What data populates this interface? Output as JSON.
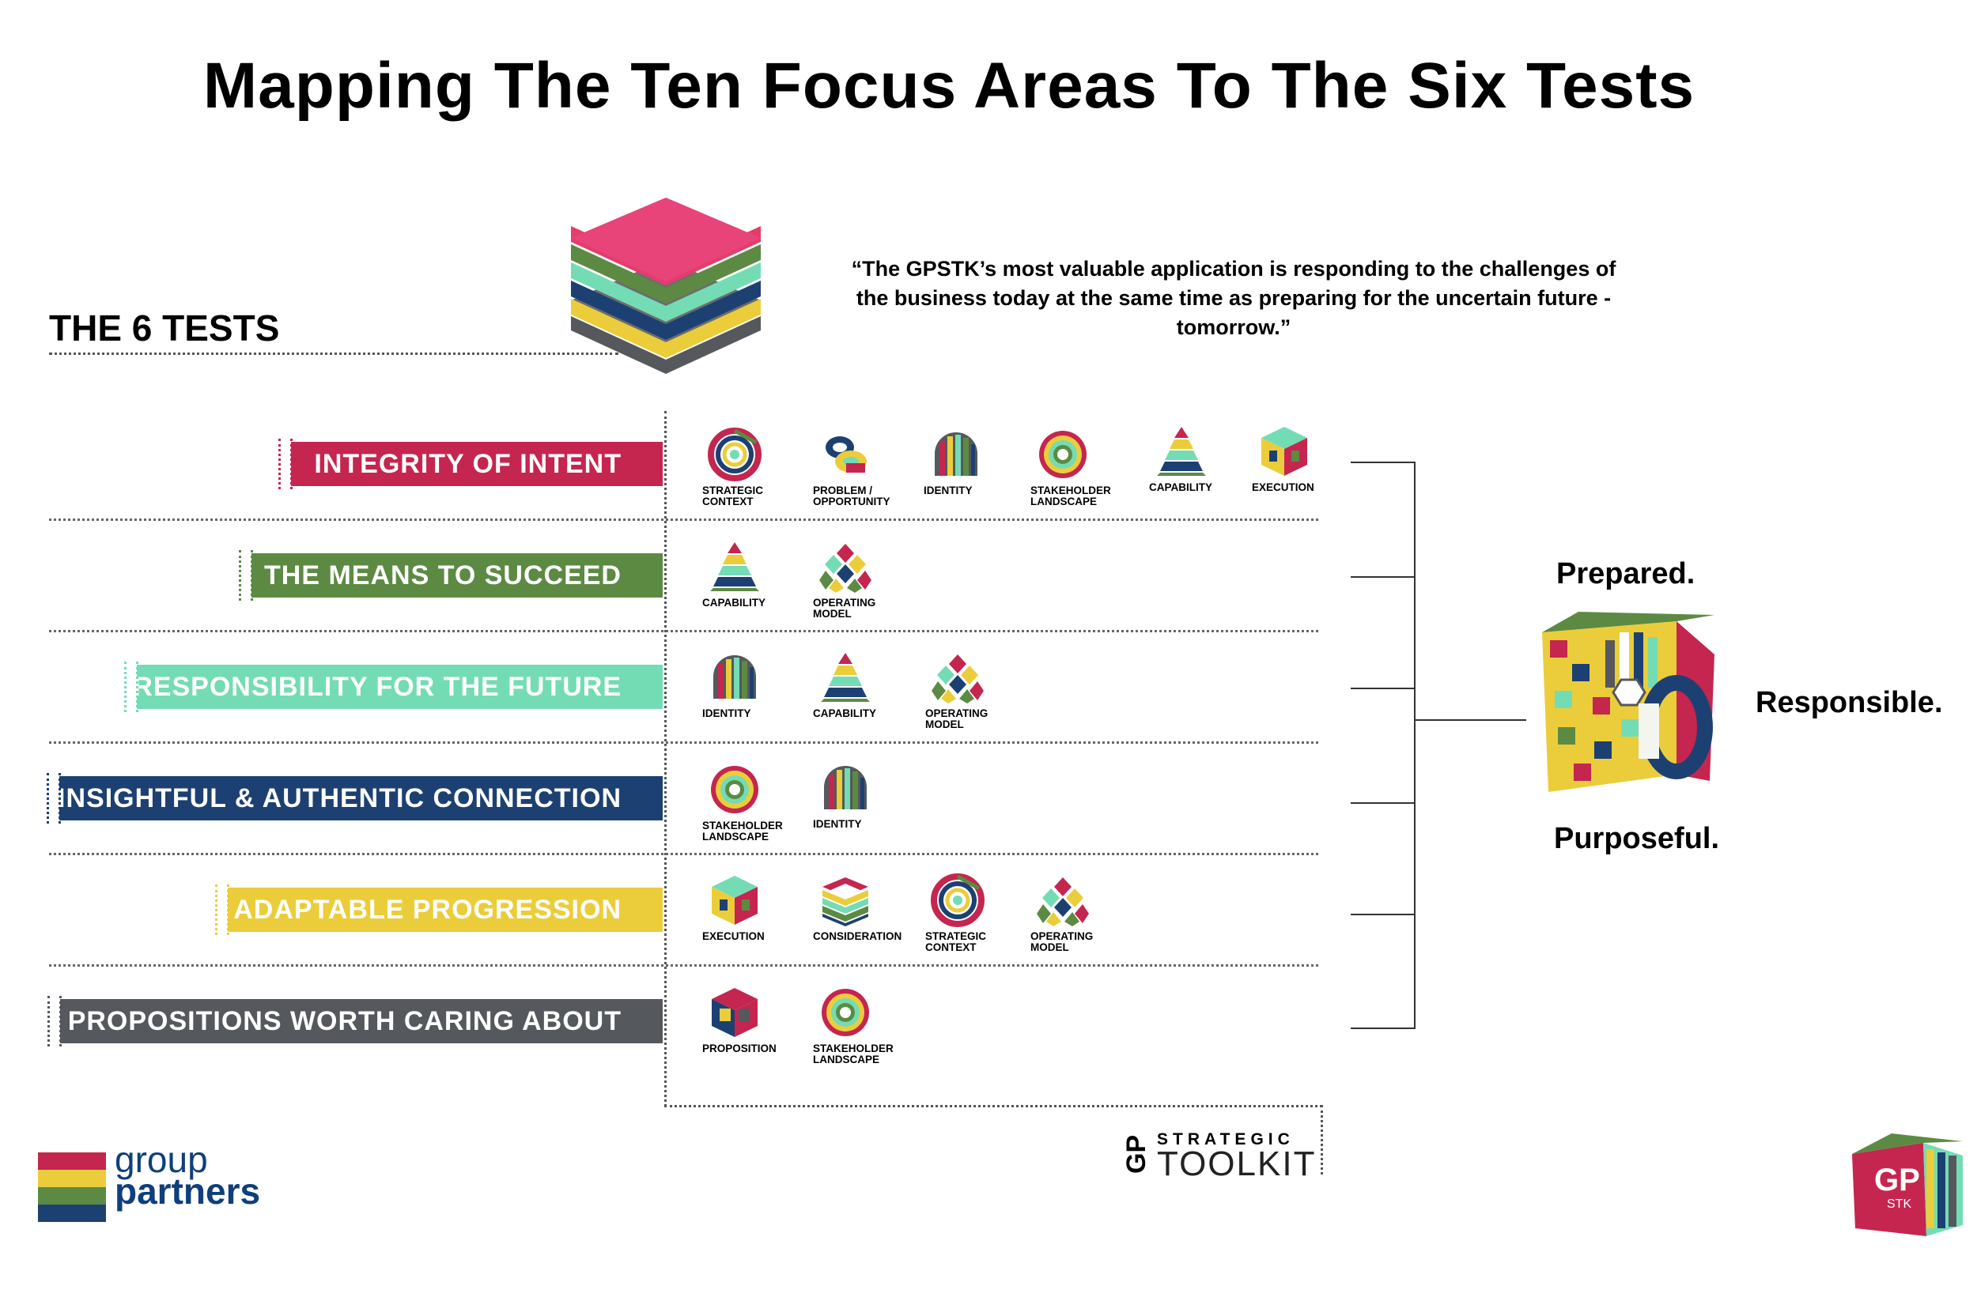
{
  "title": "Mapping The Ten Focus Areas To The Six Tests",
  "tests_heading": "THE 6 TESTS",
  "quote": "“The GPSTK’s most valuable application is responding to the challenges of the business today at the same time as preparing for the uncertain future - tomorrow.”",
  "tests": [
    {
      "label": "INTEGRITY OF INTENT",
      "color": "#c4264f",
      "icons": [
        {
          "icon": "strategic-context-icon",
          "label": "STRATEGIC CONTEXT"
        },
        {
          "icon": "problem-opportunity-icon",
          "label": "PROBLEM / OPPORTUNITY"
        },
        {
          "icon": "identity-icon",
          "label": "IDENTITY"
        },
        {
          "icon": "stakeholder-landscape-icon",
          "label": "STAKEHOLDER LANDSCAPE"
        },
        {
          "icon": "capability-icon",
          "label": "CAPABILITY"
        },
        {
          "icon": "execution-icon",
          "label": "EXECUTION"
        }
      ]
    },
    {
      "label": "THE MEANS TO SUCCEED",
      "color": "#5c8a43",
      "icons": [
        {
          "icon": "capability-icon",
          "label": "CAPABILITY"
        },
        {
          "icon": "operating-model-icon",
          "label": "OPERATING MODEL"
        }
      ]
    },
    {
      "label": "RESPONSIBILITY FOR THE FUTURE",
      "color": "#74dcb4",
      "icons": [
        {
          "icon": "identity-icon",
          "label": "IDENTITY"
        },
        {
          "icon": "capability-icon",
          "label": "CAPABILITY"
        },
        {
          "icon": "operating-model-icon",
          "label": "OPERATING MODEL"
        }
      ]
    },
    {
      "label": "INSIGHTFUL & AUTHENTIC CONNECTION",
      "color": "#1d4072",
      "icons": [
        {
          "icon": "stakeholder-landscape-icon",
          "label": "STAKEHOLDER LANDSCAPE"
        },
        {
          "icon": "identity-icon",
          "label": "IDENTITY"
        }
      ]
    },
    {
      "label": "ADAPTABLE PROGRESSION",
      "color": "#ebcd3b",
      "icons": [
        {
          "icon": "execution-icon",
          "label": "EXECUTION"
        },
        {
          "icon": "consideration-icon",
          "label": "CONSIDERATION"
        },
        {
          "icon": "strategic-context-icon",
          "label": "STRATEGIC CONTEXT"
        },
        {
          "icon": "operating-model-icon",
          "label": "OPERATING MODEL"
        }
      ]
    },
    {
      "label": "PROPOSITIONS WORTH CARING ABOUT",
      "color": "#55585c",
      "icons": [
        {
          "icon": "proposition-icon",
          "label": "PROPOSITION"
        },
        {
          "icon": "stakeholder-landscape-icon",
          "label": "STAKEHOLDER LANDSCAPE"
        }
      ]
    }
  ],
  "traits": {
    "prepared": "Prepared.",
    "responsible": "Responsible.",
    "purposeful": "Purposeful."
  },
  "footer": {
    "logo_line1": "group",
    "logo_line2": "partners",
    "toolkit_line1": "STRATEGIC",
    "toolkit_line2": "TOOLKIT",
    "toolkit_mark": "GP",
    "corner_logo_line1": "GP",
    "corner_logo_line2": "STK"
  },
  "colors": {
    "red": "#c4264f",
    "green": "#5c8a43",
    "mint": "#74dcb4",
    "navy": "#1d4072",
    "yellow": "#ebcd3b",
    "grey": "#55585c"
  }
}
